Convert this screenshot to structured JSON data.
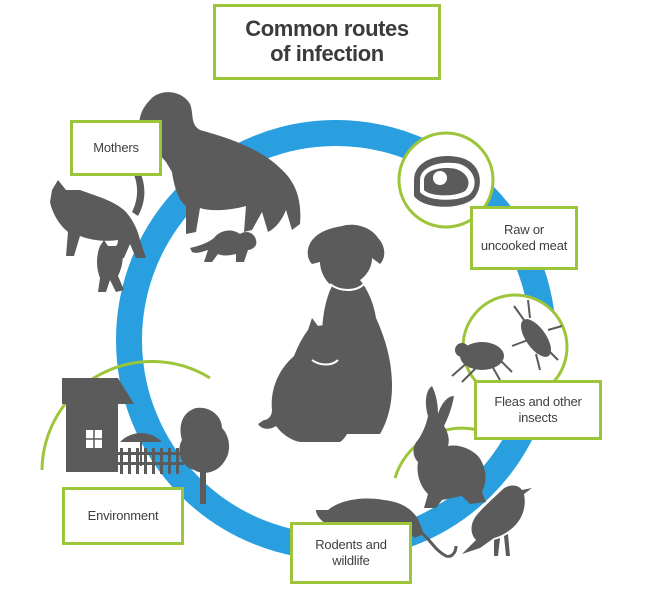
{
  "title": {
    "line1": "Common routes",
    "line2": "of infection"
  },
  "routes": {
    "mothers": "Mothers",
    "raw_meat": "Raw or\nuncooked meat",
    "fleas": "Fleas and other\ninsects",
    "rodents": "Rodents and\nwildlife",
    "environment": "Environment"
  },
  "colors": {
    "ring": "#2a9fe0",
    "accent_green": "#9dc53a",
    "silhouette": "#5b5b5b",
    "text": "#3f3f3f"
  },
  "icons": [
    "dog-silhouette",
    "cat-silhouette",
    "puppy-silhouette",
    "kitten-silhouette",
    "steak-icon",
    "flea-icon",
    "cockroach-icon",
    "rabbit-silhouette",
    "rat-silhouette",
    "bird-silhouette",
    "house-icon",
    "tree-icon",
    "umbrella-icon",
    "fence-icon"
  ]
}
